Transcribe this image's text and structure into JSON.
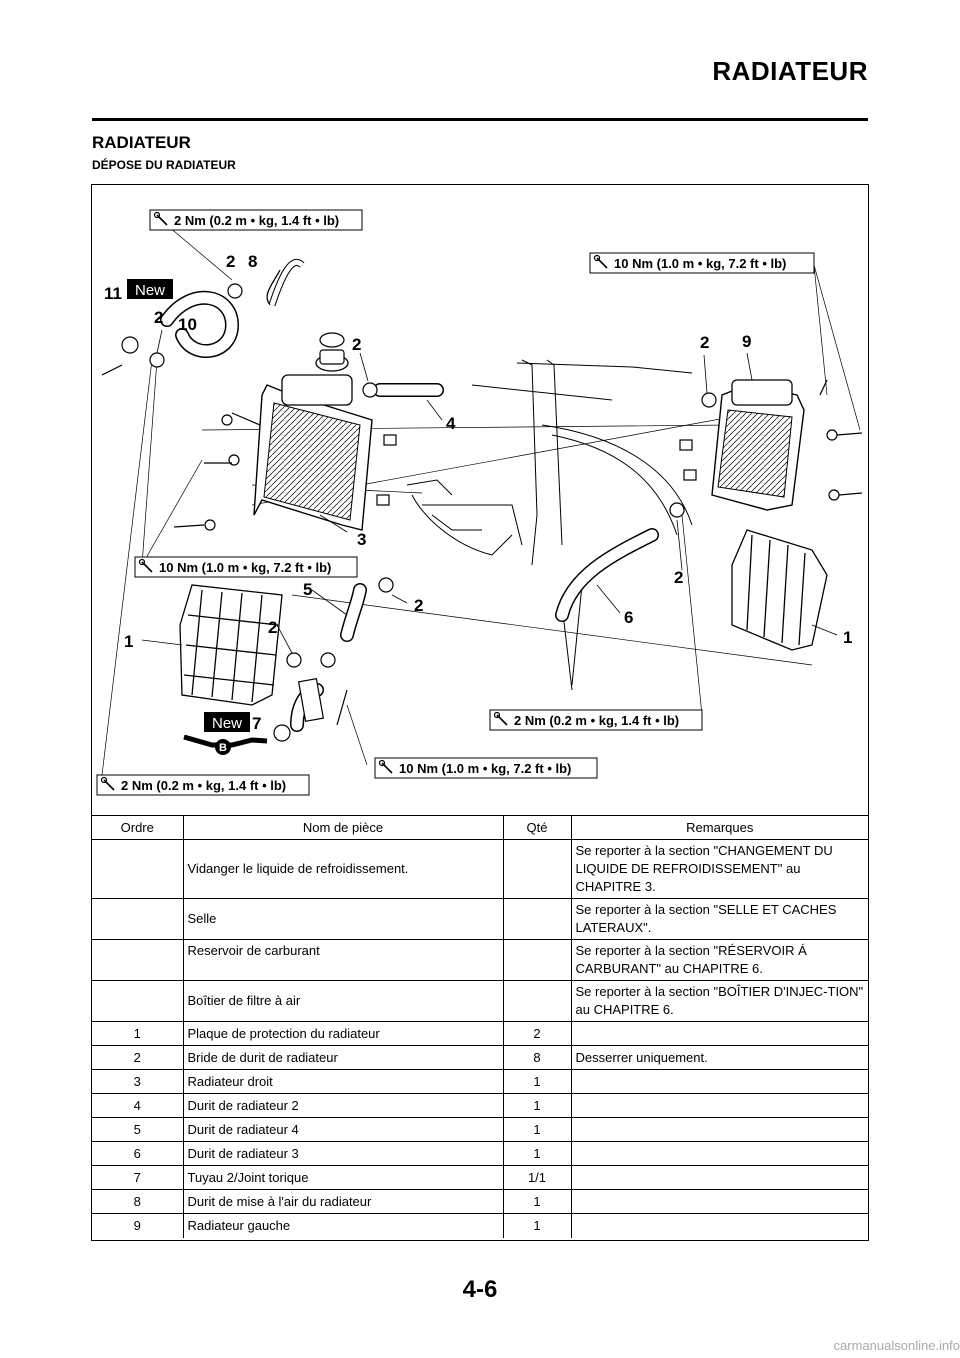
{
  "header": {
    "title": "RADIATEUR"
  },
  "section": {
    "title": "RADIATEUR",
    "subtitle": "DÉPOSE DU RADIATEUR"
  },
  "diagram": {
    "torque_labels": [
      "2 Nm (0.2 m • kg, 1.4 ft • lb)",
      "10 Nm (1.0 m • kg, 7.2 ft • lb)",
      "10 Nm (1.0 m • kg, 7.2 ft • lb)",
      "2 Nm (0.2 m • kg, 1.4 ft • lb)",
      "10 Nm (1.0 m • kg, 7.2 ft • lb)",
      "2 Nm (0.2 m • kg, 1.4 ft • lb)"
    ],
    "new_badge": "New",
    "grease_letter": "B",
    "callouts": [
      "2",
      "8",
      "11",
      "2",
      "10",
      "2",
      "4",
      "2",
      "9",
      "3",
      "5",
      "2",
      "1",
      "2",
      "6",
      "2",
      "1",
      "7"
    ]
  },
  "table": {
    "headers": {
      "order": "Ordre",
      "name": "Nom de pièce",
      "qty": "Qté",
      "remarks": "Remarques"
    },
    "free_rows": [
      {
        "name": "Vidanger le liquide de refroidissement.",
        "remarks": "Se reporter à la section \"CHANGEMENT DU LIQUIDE DE REFROIDISSEMENT\" au CHAPITRE 3."
      },
      {
        "name": "Selle",
        "remarks": "Se reporter à la section \"SELLE ET CACHES LATERAUX\"."
      },
      {
        "name": "Reservoir de carburant",
        "remarks": "Se reporter à la section \"RÉSERVOIR Á CARBURANT\" au CHAPITRE 6."
      },
      {
        "name": "Boîtier de filtre à air",
        "remarks": "Se reporter à la section \"BOÎTIER D'INJEC-TION\" au CHAPITRE 6."
      }
    ],
    "parts": [
      {
        "order": "1",
        "name": "Plaque de protection du radiateur",
        "qty": "2",
        "remarks": ""
      },
      {
        "order": "2",
        "name": "Bride de durit de radiateur",
        "qty": "8",
        "remarks": "Desserrer uniquement."
      },
      {
        "order": "3",
        "name": "Radiateur droit",
        "qty": "1",
        "remarks": ""
      },
      {
        "order": "4",
        "name": "Durit de radiateur 2",
        "qty": "1",
        "remarks": ""
      },
      {
        "order": "5",
        "name": "Durit de radiateur 4",
        "qty": "1",
        "remarks": ""
      },
      {
        "order": "6",
        "name": "Durit de radiateur 3",
        "qty": "1",
        "remarks": ""
      },
      {
        "order": "7",
        "name": "Tuyau 2/Joint torique",
        "qty": "1/1",
        "remarks": ""
      },
      {
        "order": "8",
        "name": "Durit de mise à l'air du radiateur",
        "qty": "1",
        "remarks": ""
      },
      {
        "order": "9",
        "name": "Radiateur gauche",
        "qty": "1",
        "remarks": ""
      }
    ]
  },
  "footer": {
    "page_number": "4-6",
    "watermark": "carmanualsonline.info"
  }
}
